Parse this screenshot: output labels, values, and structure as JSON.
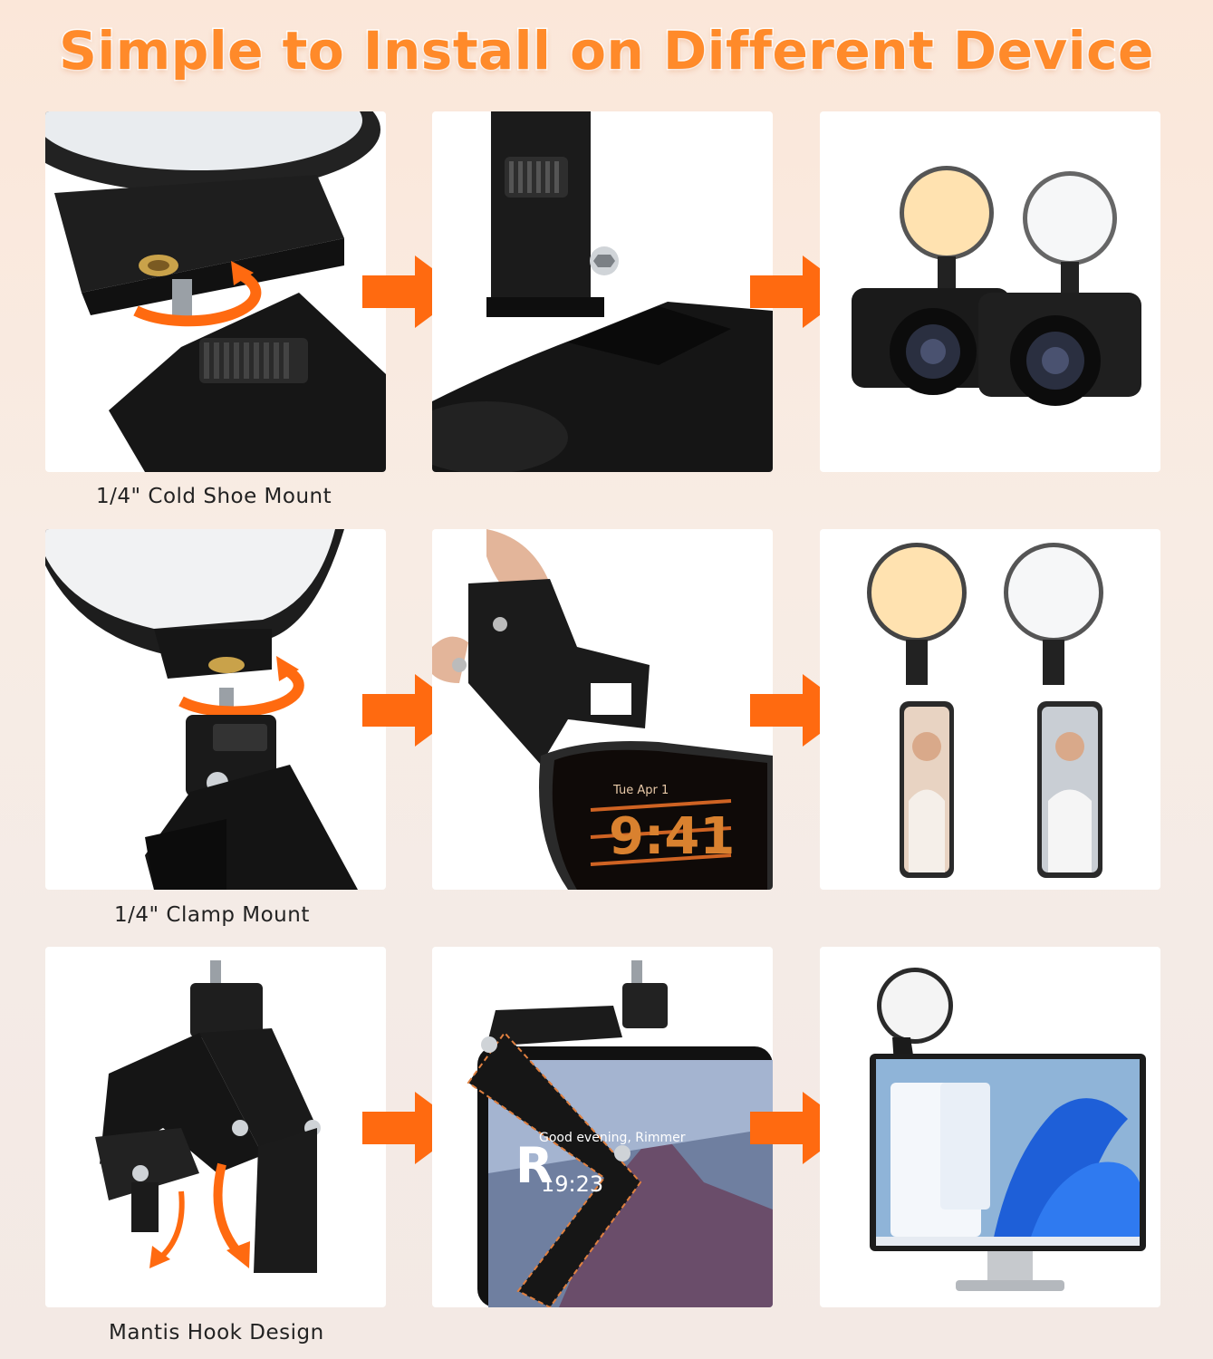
{
  "title": "Simple to Install on Different Device",
  "rows": [
    {
      "caption": "1/4\" Cold Shoe Mount"
    },
    {
      "caption": "1/4\" Clamp Mount"
    },
    {
      "caption": "Mantis Hook Design"
    }
  ],
  "screens": {
    "phone_day": "Tue Apr 1",
    "phone_time": "9:41",
    "tablet_greeting": "Good evening, Rimmer",
    "tablet_time": "19:23",
    "tablet_letter": "R"
  },
  "colors": {
    "title": "#ff8a2a",
    "arrow": "#ff6a10",
    "panel": "#ffffff",
    "warm_light": "#ffe2b0"
  },
  "icons": [
    "rotate-arrow-icon",
    "arrow-right-icon",
    "fold-arrow-icon"
  ]
}
